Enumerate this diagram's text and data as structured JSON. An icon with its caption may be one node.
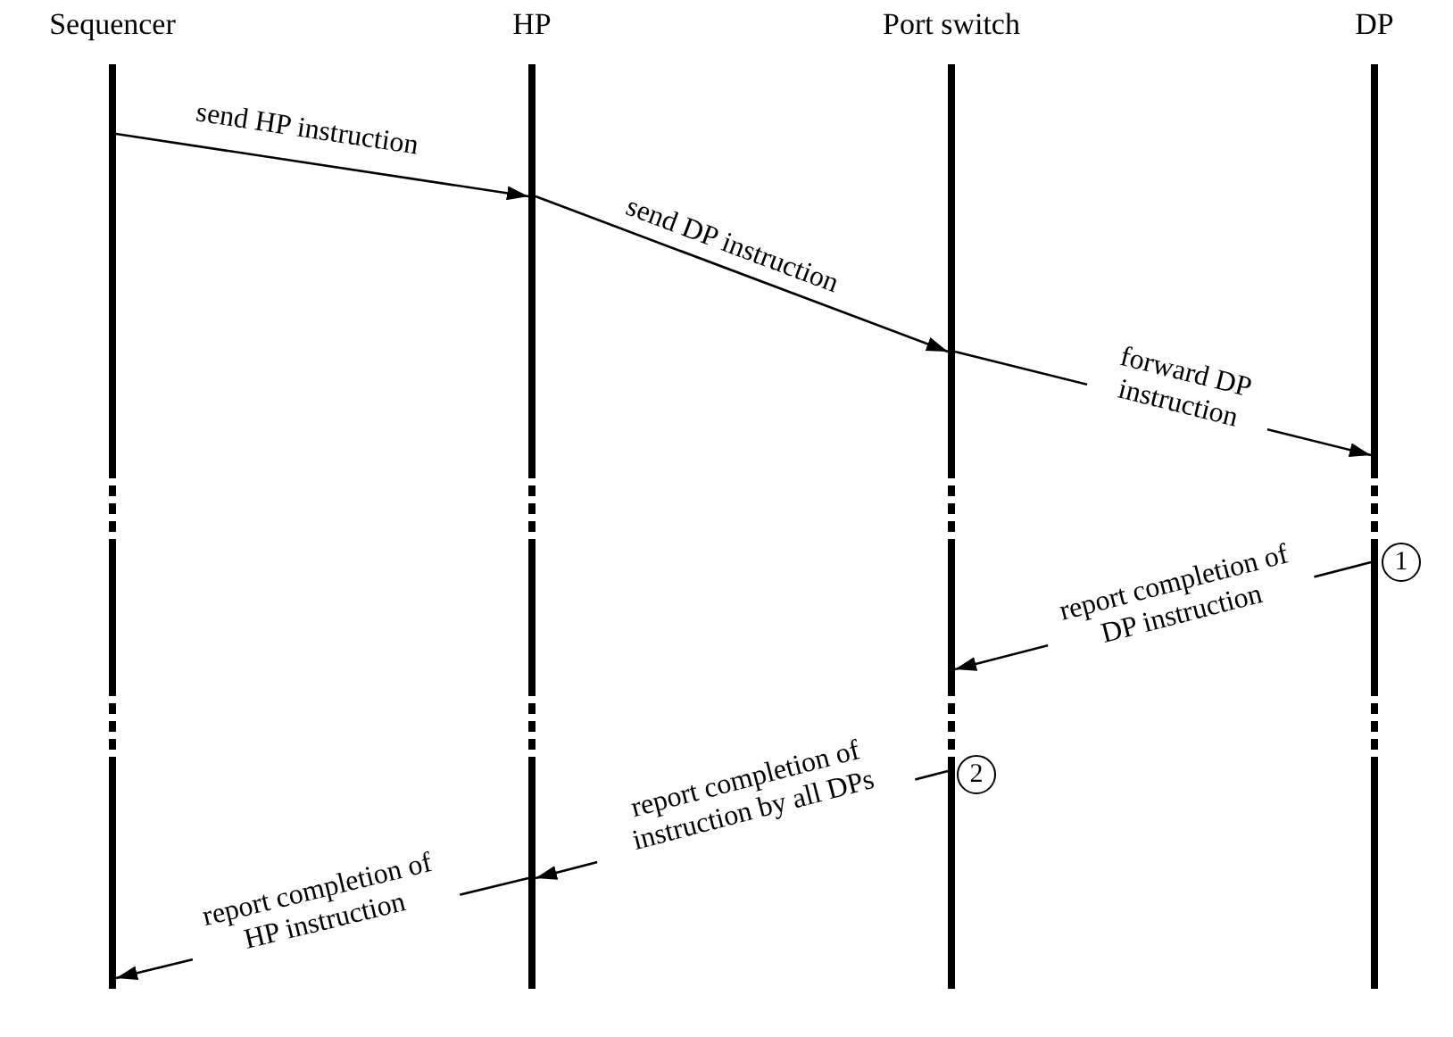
{
  "diagram": {
    "nodes": [
      {
        "text": [
          "Sequencer"
        ]
      },
      {
        "text": [
          "HP"
        ]
      },
      {
        "text": [
          "Port switch"
        ]
      },
      {
        "text": [
          "DP"
        ]
      }
    ],
    "edges": [
      {
        "from": 0,
        "to": 1,
        "arrow": "to",
        "label": "send HP instruction"
      },
      {
        "from": 1,
        "to": 2,
        "arrow": "to",
        "label": "send DP instruction"
      },
      {
        "from": 2,
        "to": 3,
        "arrow": "to",
        "label": "forward DP instruction"
      },
      {
        "from": 3,
        "to": 2,
        "arrow": "to",
        "label": "report completion of DP instruction"
      },
      {
        "from": 2,
        "to": 1,
        "arrow": "to",
        "label": "report completion of instruction by all DPs"
      },
      {
        "from": 1,
        "to": 0,
        "arrow": "to",
        "label": "report completion of HP instruction"
      }
    ],
    "labels": [
      "1",
      "2"
    ]
  }
}
